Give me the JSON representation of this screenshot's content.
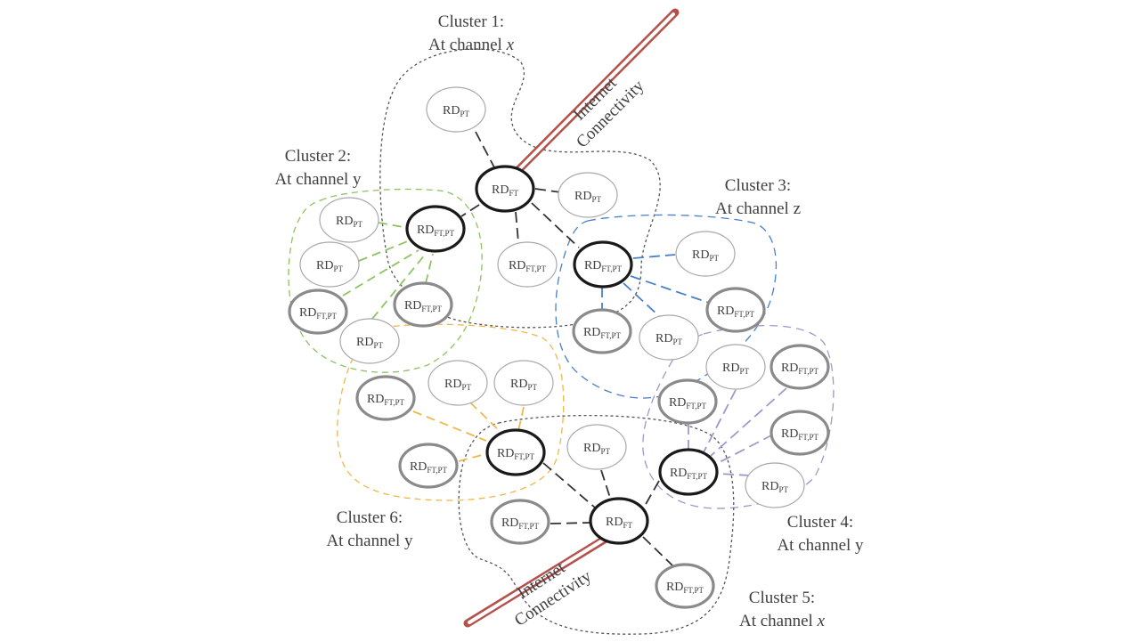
{
  "clusters": [
    {
      "line1": "Cluster 1:",
      "line2_prefix": "At channel ",
      "channel": "x",
      "italic": true
    },
    {
      "line1": "Cluster 2:",
      "line2_prefix": "At channel ",
      "channel": "y",
      "italic": false
    },
    {
      "line1": "Cluster 3:",
      "line2_prefix": "At channel ",
      "channel": "z",
      "italic": false
    },
    {
      "line1": "Cluster 4:",
      "line2_prefix": "At channel ",
      "channel": "y",
      "italic": false
    },
    {
      "line1": "Cluster 5:",
      "line2_prefix": "At channel ",
      "channel": "x",
      "italic": true
    },
    {
      "line1": "Cluster 6:",
      "line2_prefix": "At channel ",
      "channel": "y",
      "italic": false
    }
  ],
  "internet": {
    "line1": "Internet",
    "line2": "Connectivity",
    "color": "#b5514a"
  },
  "node_text": {
    "base": "RD",
    "sub_ft": "FT",
    "sub_ftpt": "FT,PT",
    "sub_pt": "PT"
  },
  "colors": {
    "cluster1": "#555555",
    "cluster2": "#8cc55f",
    "cluster3": "#4a7fc9",
    "cluster4": "#9a9ac8",
    "cluster5": "#555555",
    "cluster6": "#f0b84a",
    "head_stroke": "#1a1a1a",
    "gateway_stroke": "#8a8a8a",
    "plain_stroke": "#a8a8a8"
  }
}
